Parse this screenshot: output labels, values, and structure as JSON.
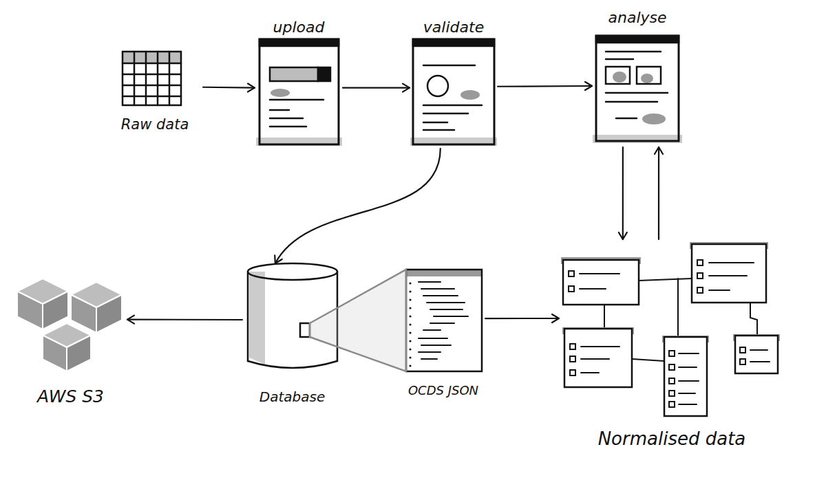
{
  "diagram": {
    "nodes": [
      {
        "text": [
          "Raw data"
        ]
      },
      {
        "text": [
          "upload"
        ]
      },
      {
        "text": [
          "validate"
        ]
      },
      {
        "text": [
          "analyse"
        ]
      },
      {
        "text": [
          "AWS S3"
        ]
      },
      {
        "text": [
          "Database"
        ]
      },
      {
        "text": [
          "OCDS JSON"
        ]
      },
      {
        "text": [
          "Normalised data"
        ]
      }
    ],
    "edges": [
      {
        "from": 0,
        "to": 1,
        "arrow": "to"
      },
      {
        "from": 1,
        "to": 2,
        "arrow": "to"
      },
      {
        "from": 2,
        "to": 3,
        "arrow": "to"
      },
      {
        "from": 2,
        "to": 5,
        "arrow": "to"
      },
      {
        "from": 3,
        "to": 7,
        "arrow": "to"
      },
      {
        "from": 7,
        "to": 3,
        "arrow": "to"
      },
      {
        "from": 5,
        "to": 4,
        "arrow": "to"
      },
      {
        "from": 5,
        "to": 6,
        "arrow": "none"
      },
      {
        "from": 6,
        "to": 7,
        "arrow": "to"
      }
    ]
  }
}
